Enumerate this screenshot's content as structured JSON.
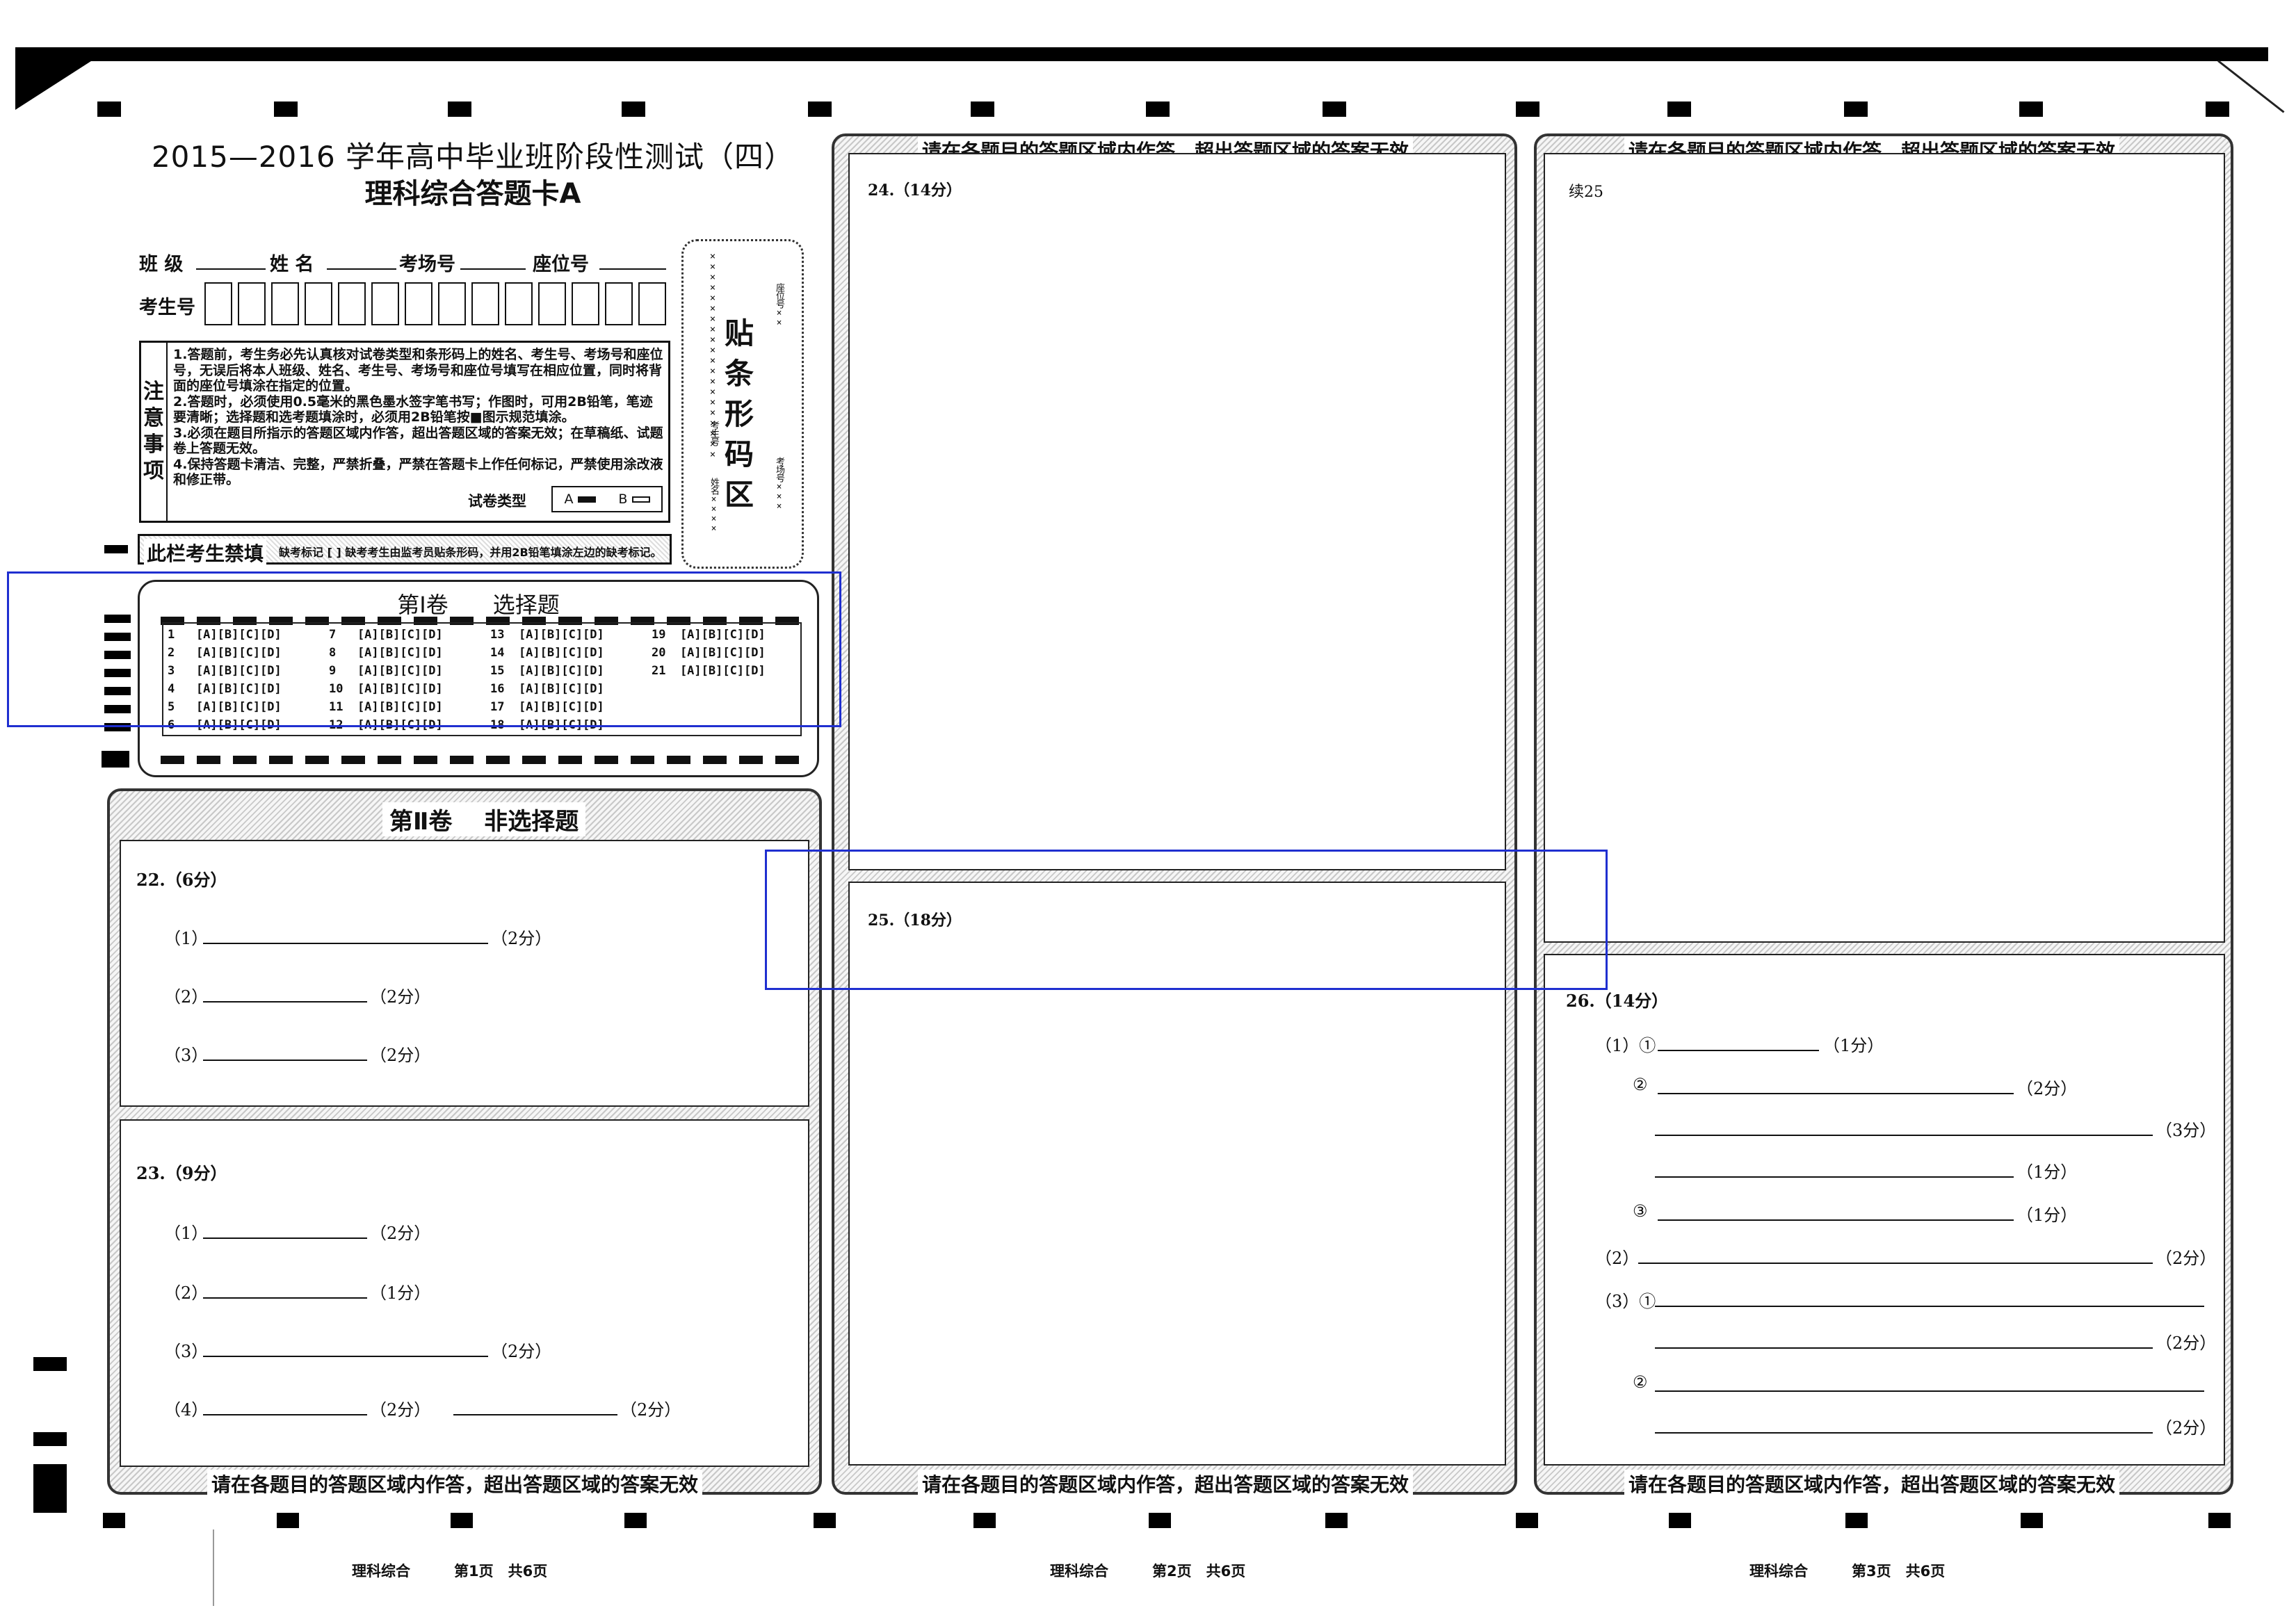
{
  "header": {
    "title": "2015—2016 学年高中毕业班阶段性测试（四）",
    "subtitle": "理科综合答题卡A"
  },
  "student_info": {
    "class_label": "班 级",
    "name_label": "姓 名",
    "room_label": "考场号",
    "seat_label": "座位号",
    "id_label": "考生号"
  },
  "notice": {
    "side_label": [
      "注",
      "意",
      "事",
      "项"
    ],
    "items": [
      "1.答题前，考生务必先认真核对试卷类型和条形码上的姓名、考生号、考场号和座位号，无误后将本人班级、姓名、考生号、考场号和座位号填写在相应位置，同时将背面的座位号填涂在指定的位置。",
      "2.答题时，必须使用0.5毫米的黑色墨水签字笔书写；作图时，可用2B铅笔，笔迹要清晰；选择题和选考题填涂时，必须用2B铅笔按■图示规范填涂。",
      "3.必须在题目所指示的答题区域内作答，超出答题区域的答案无效；在草稿纸、试题卷上答题无效。",
      "4.保持答题卡清洁、完整，严禁折叠，严禁在答题卡上作任何标记，严禁使用涂改液和修正带。"
    ],
    "paper_type_label": "试卷类型",
    "type_a": "A",
    "type_b": "B"
  },
  "barcode": {
    "title": [
      "贴",
      "条",
      "形",
      "码",
      "区"
    ],
    "xx_left": "××××××××××××××××××××",
    "label_id": "考生号",
    "label_name": "姓名××××",
    "label_seat": "座位号××",
    "label_room": "考场号×××"
  },
  "forbidden": {
    "label": "此栏考生禁填",
    "note": "缺考标记 [  ] 缺考考生由监考员贴条形码，并用2B铅笔填涂左边的缺考标记。"
  },
  "section1": {
    "title": "第Ⅰ卷　　选择题",
    "options": "[A][B][C][D]",
    "questions": [
      1,
      2,
      3,
      4,
      5,
      6,
      7,
      8,
      9,
      10,
      11,
      12,
      13,
      14,
      15,
      16,
      17,
      18,
      19,
      20,
      21
    ]
  },
  "section2": {
    "title": "第Ⅱ卷　 非选择题",
    "q22": {
      "label": "22.（6分）",
      "parts": [
        {
          "no": "（1）",
          "score": "（2分）"
        },
        {
          "no": "（2）",
          "score": "（2分）"
        },
        {
          "no": "（3）",
          "score": "（2分）"
        }
      ]
    },
    "q23": {
      "label": "23.（9分）",
      "parts": [
        {
          "no": "（1）",
          "score": "（2分）"
        },
        {
          "no": "（2）",
          "score": "（1分）"
        },
        {
          "no": "（3）",
          "score": "（2分）"
        },
        {
          "no": "（4）",
          "score": "（2分）",
          "score2": "（2分）"
        }
      ]
    }
  },
  "page2": {
    "warning": "请在各题目的答题区域内作答，超出答题区域的答案无效",
    "q24_label": "24.（14分）",
    "q25_label": "25.（18分）"
  },
  "page3": {
    "warning": "请在各题目的答题区域内作答，超出答题区域的答案无效",
    "cont_label": "续25",
    "q26_label": "26.（14分）",
    "q26_lines": {
      "p1a": "（1）①",
      "s1a": "（1分）",
      "p1b": "②",
      "s1b": "（2分）",
      "s1c": "（3分）",
      "s1d": "（1分）",
      "p1e": "③",
      "s1e": "（1分）",
      "p2": "（2）",
      "s2": "（2分）",
      "p3a": "（3）①",
      "s3a": "（2分）",
      "p3b": "②",
      "s3b": "（2分）"
    }
  },
  "page1_warning": "请在各题目的答题区域内作答，超出答题区域的答案无效",
  "footers": [
    "理科综合　　　第1页　共6页",
    "理科综合　　　第2页　共6页",
    "理科综合　　　第3页　共6页"
  ]
}
